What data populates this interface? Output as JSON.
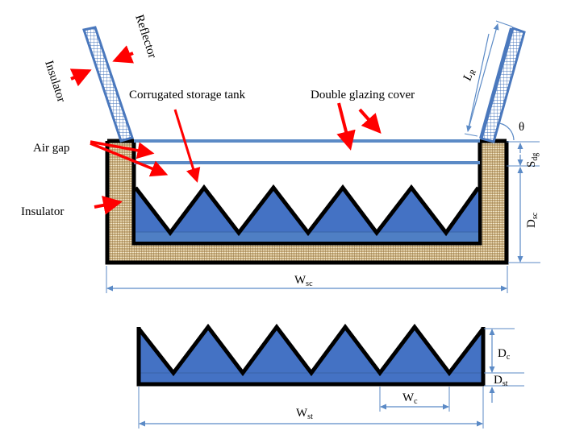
{
  "labels": {
    "reflector": "Reflector",
    "insulator_top": "Insulator",
    "corrugated_tank": "Corrugated storage tank",
    "double_glazing": "Double glazing cover",
    "air_gap": "Air gap",
    "insulator_side": "Insulator"
  },
  "dimensions": {
    "LR": {
      "main": "L",
      "sub": "R"
    },
    "theta": "θ",
    "Sdg": {
      "main": "S",
      "sub": "dg"
    },
    "Dsc": {
      "main": "D",
      "sub": "sc"
    },
    "Wsc": {
      "main": "W",
      "sub": "sc"
    },
    "Dc": {
      "main": "D",
      "sub": "c"
    },
    "Dst": {
      "main": "D",
      "sub": "st"
    },
    "Wc": {
      "main": "W",
      "sub": "c"
    },
    "Wst": {
      "main": "W",
      "sub": "st"
    }
  },
  "colors": {
    "tank_fill": "#4472c4",
    "glazing": "#5b8ac6",
    "arrow": "#ff0000",
    "outline": "#000000",
    "insulation": "#c2a572",
    "dimension": "#5b8ac6"
  }
}
